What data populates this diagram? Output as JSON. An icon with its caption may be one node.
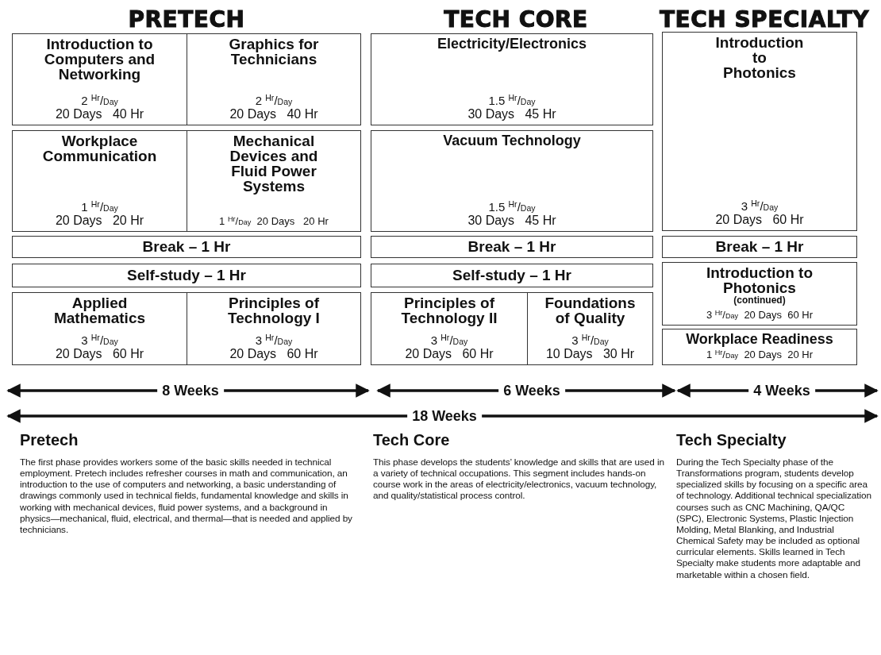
{
  "diagram": {
    "nodes": [
      {
        "text": [
          "Introduction to Computers and Networking",
          "2 $^{Hr}$/$_{Day}$",
          "20 Days   40 Hr"
        ]
      },
      {
        "text": [
          "Graphics for Technicians",
          "2 $^{Hr}$/$_{Day}$",
          "20 Days   40 Hr"
        ]
      },
      {
        "text": [
          "Electricity/Electronics",
          "1.5 $^{Hr}$/$_{Day}$",
          "30 Days   45 Hr"
        ]
      },
      {
        "text": [
          "Introduction to Photonics",
          "3 $^{Hr}$/$_{Day}$",
          "20 Days   60 Hr"
        ]
      },
      {
        "text": [
          "Workplace Communication",
          "1 $^{Hr}$/$_{Day}$",
          "20 Days   20 Hr"
        ]
      },
      {
        "text": [
          "Mechanical Devices and Fluid Power Systems",
          "1 $^{Hr}$/$_{Day}$  20 Days   20 Hr"
        ]
      },
      {
        "text": [
          "Vacuum Technology",
          "1.5 $^{Hr}$/$_{Day}$",
          "30 Days   45 Hr"
        ]
      },
      {
        "text": [
          "Break – 1 Hr"
        ]
      },
      {
        "text": [
          "Break – 1 Hr"
        ]
      },
      {
        "text": [
          "Break – 1 Hr"
        ]
      },
      {
        "text": [
          "Self-study – 1 Hr"
        ]
      },
      {
        "text": [
          "Self-study – 1 Hr"
        ]
      },
      {
        "text": [
          "Introduction to Photonics",
          "(continued)",
          "3 $^{Hr}$/$_{Day}$  20 Days  60 Hr"
        ]
      },
      {
        "text": [
          "Applied Mathematics",
          "3 $^{Hr}$/$_{Day}$",
          "20 Days   60 Hr"
        ]
      },
      {
        "text": [
          "Principles of Technology I",
          "3 $^{Hr}$/$_{Day}$",
          "20 Days   60 Hr"
        ]
      },
      {
        "text": [
          "Principles of Technology II",
          "3 $^{Hr}$/$_{Day}$",
          "20 Days   60 Hr"
        ]
      },
      {
        "text": [
          "Foundations of Quality",
          "3 $^{Hr}$/$_{Day}$",
          "10 Days   30 Hr"
        ]
      },
      {
        "text": [
          "Workplace Readiness",
          "1 $^{Hr}$/$_{Day}$  20 Days  20 Hr"
        ]
      }
    ],
    "labels": [
      "PRETECH",
      "TECH CORE",
      "TECH SPECIALTY",
      "8 Weeks",
      "6 Weeks",
      "4 Weeks",
      "18 Weeks",
      "Pretech",
      "The first phase provides workers some of the basic skills needed in technical employment. Pretech includes refresher courses in math and communication, an introduction to the use of computers and networking, a basic understanding of drawings commonly used in technical fields, fundamental knowledge and skills in working with mechanical devices, fluid power systems, and a background in physics—mechanical, fluid, electrical, and thermal—that is needed and applied by technicians.",
      "Tech Core",
      "This phase develops the students’ knowledge and skills that are used in a variety of technical occupations. This segment includes hands-on course work in the areas of electricity/electronics, vacuum technology, and quality/statistical process control.",
      "Tech Specialty",
      "During the Tech Specialty phase of the Transformations program, students develop specialized skills by focusing on a specific area of technology. Additional technical specialization courses such as CNC Machining, QA/QC (SPC), Electronic Systems, Plastic Injection Molding, Metal Blanking, and Industrial Chemical Safety may be included as optional curricular elements. Skills learned in Tech Specialty make students more adaptable and marketable within a chosen field."
    ]
  }
}
